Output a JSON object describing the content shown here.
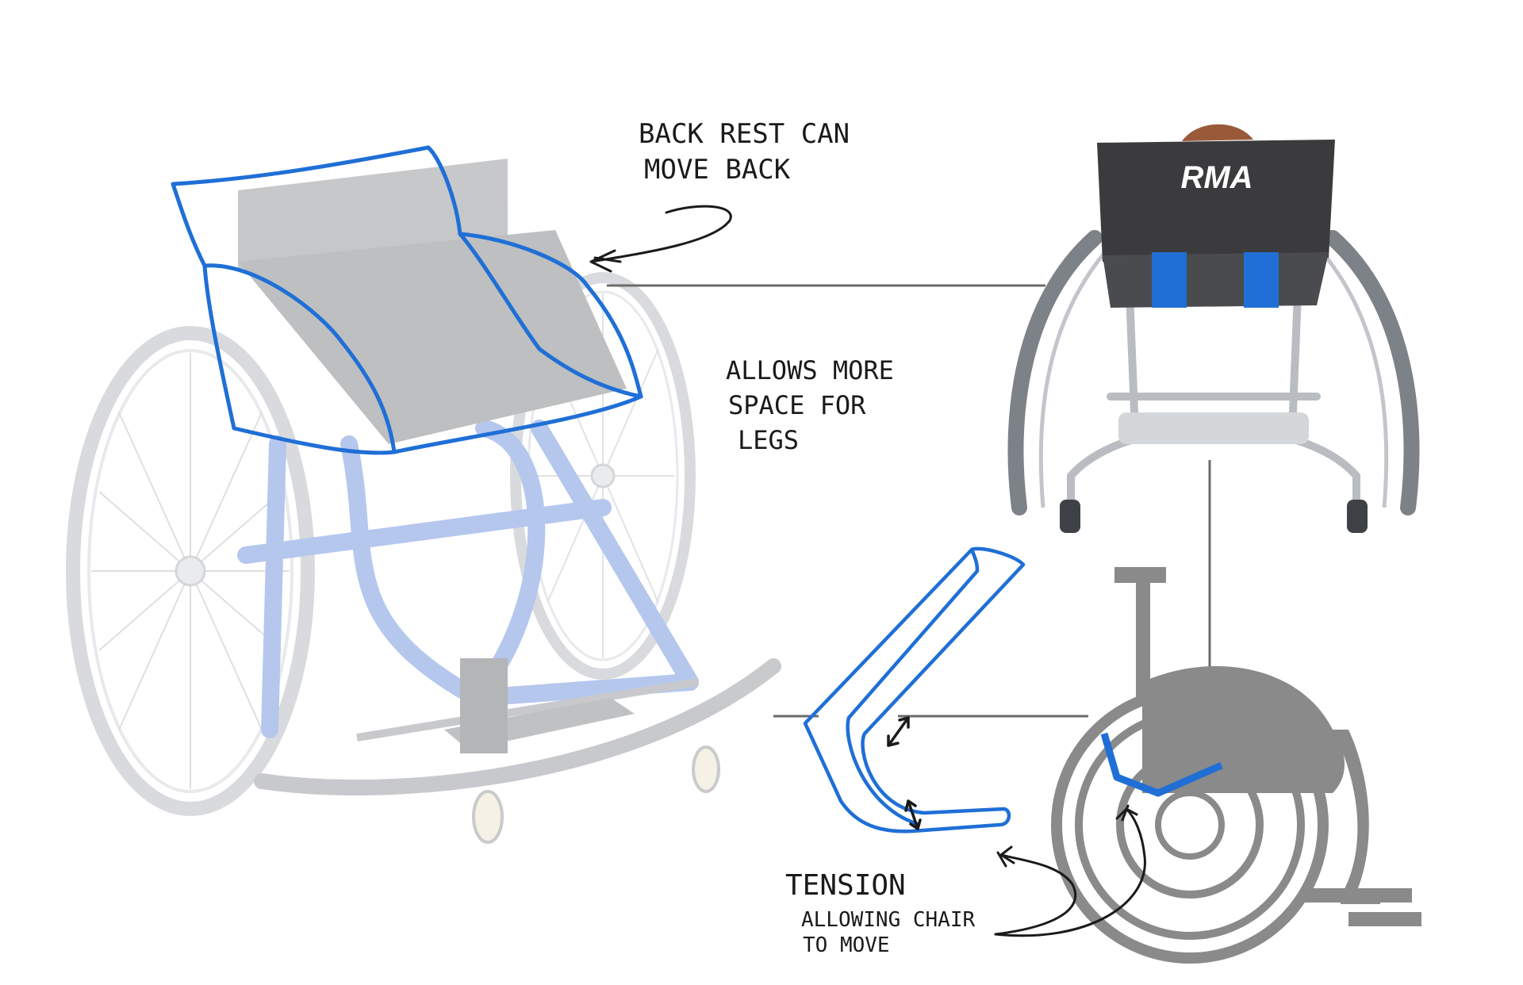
{
  "annotations": {
    "backrest": [
      "BACK REST CAN",
      "MOVE BACK"
    ],
    "legs": [
      "ALLOWS MORE",
      "SPACE FOR",
      "LEGS"
    ],
    "tension": [
      "TENSION",
      "ALLOWING CHAIR",
      "TO MOVE"
    ]
  },
  "brand_logo": "RMA",
  "colors": {
    "sketch_blue": "#1f6fd6",
    "ink": "#1a1a1a",
    "silhouette_gray": "#8a8a8a",
    "photo_gray": "#b8bcc2",
    "frame_blue": "#3f6fd0",
    "backrest_dark": "#3b3b3d"
  }
}
